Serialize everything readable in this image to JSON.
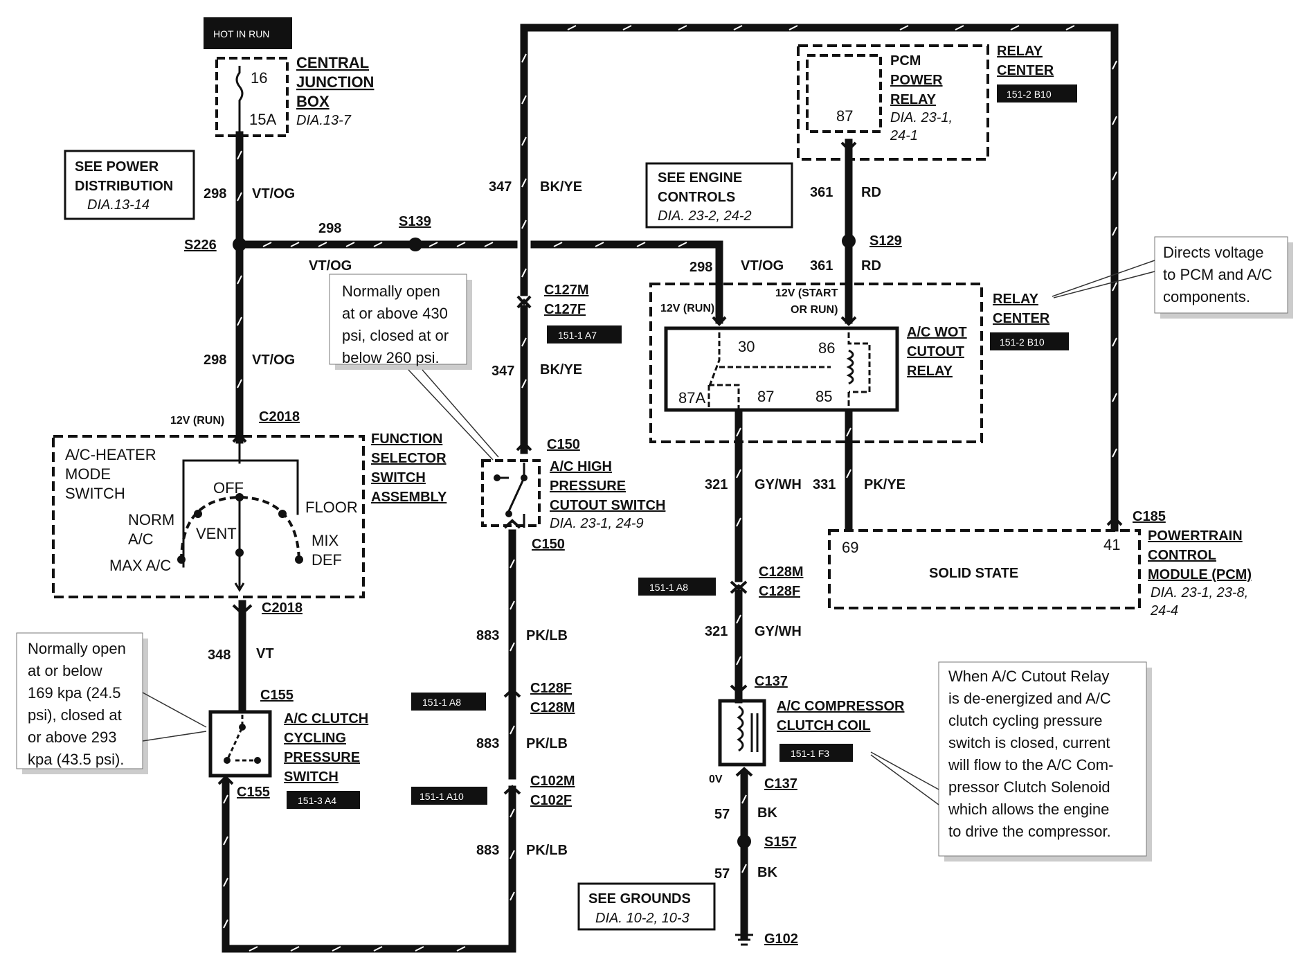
{
  "colors": {
    "ink": "#111111",
    "paper": "#ffffff",
    "tag_bg": "#111111",
    "tag_fg": "#ffffff"
  },
  "header": {
    "hot_in_run": "HOT IN RUN"
  },
  "junction_box": {
    "title": [
      "CENTRAL",
      "JUNCTION",
      "BOX"
    ],
    "dia": "DIA.13-7",
    "fuse_number": "16",
    "fuse_amps": "15A"
  },
  "power_distribution": {
    "lines": [
      "SEE POWER",
      "DISTRIBUTION"
    ],
    "dia": "DIA.13-14"
  },
  "engine_controls": {
    "lines": [
      "SEE ENGINE",
      "CONTROLS"
    ],
    "dia": "DIA. 23-2, 24-2"
  },
  "grounds": {
    "lines": [
      "SEE GROUNDS"
    ],
    "dia": "DIA. 10-2, 10-3"
  },
  "pcm_relay": {
    "title": [
      "PCM",
      "POWER",
      "RELAY"
    ],
    "dia": [
      "DIA. 23-1,",
      "24-1"
    ],
    "pin": "87"
  },
  "relay_center_top": {
    "title": [
      "RELAY",
      "CENTER"
    ],
    "tag": "151-2 B10"
  },
  "relay_center_mid": {
    "title": [
      "RELAY",
      "CENTER"
    ],
    "tag": "151-2 B10"
  },
  "wot_relay": {
    "title": [
      "A/C WOT",
      "CUTOUT",
      "RELAY"
    ],
    "run_label": "12V (RUN)",
    "start_label": [
      "12V (START",
      "OR RUN)"
    ],
    "pins": [
      "30",
      "86",
      "87A",
      "87",
      "85"
    ]
  },
  "function_selector": {
    "title": [
      "FUNCTION",
      "SELECTOR",
      "SWITCH",
      "ASSEMBLY"
    ],
    "mode_switch": [
      "A/C-HEATER",
      "MODE",
      "SWITCH"
    ],
    "positions": [
      "OFF",
      "FLOOR",
      "NORM",
      "A/C",
      "VENT",
      "MIX",
      "DEF",
      "MAX A/C"
    ],
    "run_label": "12V (RUN)"
  },
  "hp_switch": {
    "title": [
      "A/C HIGH",
      "PRESSURE",
      "CUTOUT SWITCH"
    ],
    "dia": "DIA. 23-1, 24-9"
  },
  "clutch_switch": {
    "title": [
      "A/C CLUTCH",
      "CYCLING",
      "PRESSURE",
      "SWITCH"
    ],
    "tag": "151-3 A4"
  },
  "pcm": {
    "title": [
      "POWERTRAIN",
      "CONTROL",
      "MODULE (PCM)"
    ],
    "dia": [
      "DIA. 23-1, 23-8,",
      "24-4"
    ],
    "body": "SOLID STATE",
    "pins": [
      "69",
      "41"
    ]
  },
  "compressor": {
    "title": [
      "A/C COMPRESSOR",
      "CLUTCH COIL"
    ],
    "tag": "151-1 F3",
    "voltage": "0V"
  },
  "connectors": {
    "c2018a": "C2018",
    "c2018b": "C2018",
    "c155a": "C155",
    "c155b": "C155",
    "c127m": "C127M",
    "c127f": "C127F",
    "c127_tag": "151-1 A7",
    "c150a": "C150",
    "c150b": "C150",
    "c128f": "C128F",
    "c128m": "C128M",
    "c128_tag_left": "151-1 A8",
    "c102m": "C102M",
    "c102f": "C102F",
    "c102_tag": "151-1 A10",
    "c128m2": "C128M",
    "c128f2": "C128F",
    "c128_tag_right": "151-1 A8",
    "c137a": "C137",
    "c137b": "C137",
    "c185": "C185"
  },
  "splices": {
    "s226": "S226",
    "s139": "S139",
    "s129": "S129",
    "s157": "S157"
  },
  "ground": {
    "g102": "G102"
  },
  "wires": {
    "w298_a": {
      "num": "298",
      "color": "VT/OG"
    },
    "w298_b": {
      "num": "298",
      "color": "VT/OG"
    },
    "w298_c": {
      "num": "298",
      "color": "VT/OG"
    },
    "w298_d": {
      "num": "298",
      "color": "VT/OG"
    },
    "w347_a": {
      "num": "347",
      "color": "BK/YE"
    },
    "w347_b": {
      "num": "347",
      "color": "BK/YE"
    },
    "w361_a": {
      "num": "361",
      "color": "RD"
    },
    "w361_b": {
      "num": "361",
      "color": "RD"
    },
    "w348": {
      "num": "348",
      "color": "VT"
    },
    "w883_a": {
      "num": "883",
      "color": "PK/LB"
    },
    "w883_b": {
      "num": "883",
      "color": "PK/LB"
    },
    "w883_c": {
      "num": "883",
      "color": "PK/LB"
    },
    "w321_a": {
      "num": "321",
      "color": "GY/WH"
    },
    "w321_b": {
      "num": "321",
      "color": "GY/WH"
    },
    "w331": {
      "num": "331",
      "color": "PK/YE"
    },
    "w57_a": {
      "num": "57",
      "color": "BK"
    },
    "w57_b": {
      "num": "57",
      "color": "BK"
    }
  },
  "notes": {
    "hp_note": [
      "Normally open",
      "at or above 430",
      "psi, closed at or",
      "below 260 psi."
    ],
    "clutch_note": [
      "Normally open",
      "at or below",
      "169 kpa (24.5",
      "psi), closed at",
      "or above 293",
      "kpa (43.5 psi)."
    ],
    "pcm_note": [
      "Directs voltage",
      "to PCM and A/C",
      "components."
    ],
    "relay_note": [
      "When A/C Cutout Relay",
      "is  de-energized and A/C",
      "clutch cycling pressure",
      "switch is closed, current",
      "will flow to the  A/C Com-",
      "pressor Clutch Solenoid",
      "which allows the engine",
      "to drive the compressor."
    ]
  }
}
